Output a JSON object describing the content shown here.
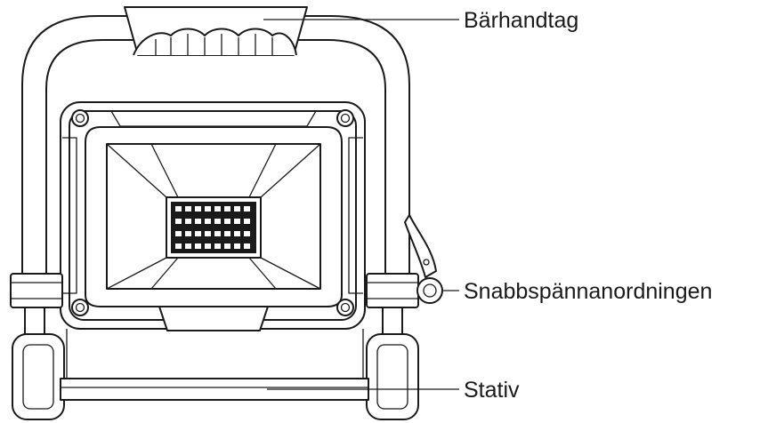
{
  "labels": {
    "handle": "Bärhandtag",
    "quick_release": "Snabbspännanordningen",
    "stand": "Stativ"
  },
  "colors": {
    "line": "#1a1a1a",
    "background": "#ffffff"
  },
  "icons": {
    "illustration": "work-light-on-stand-icon"
  }
}
